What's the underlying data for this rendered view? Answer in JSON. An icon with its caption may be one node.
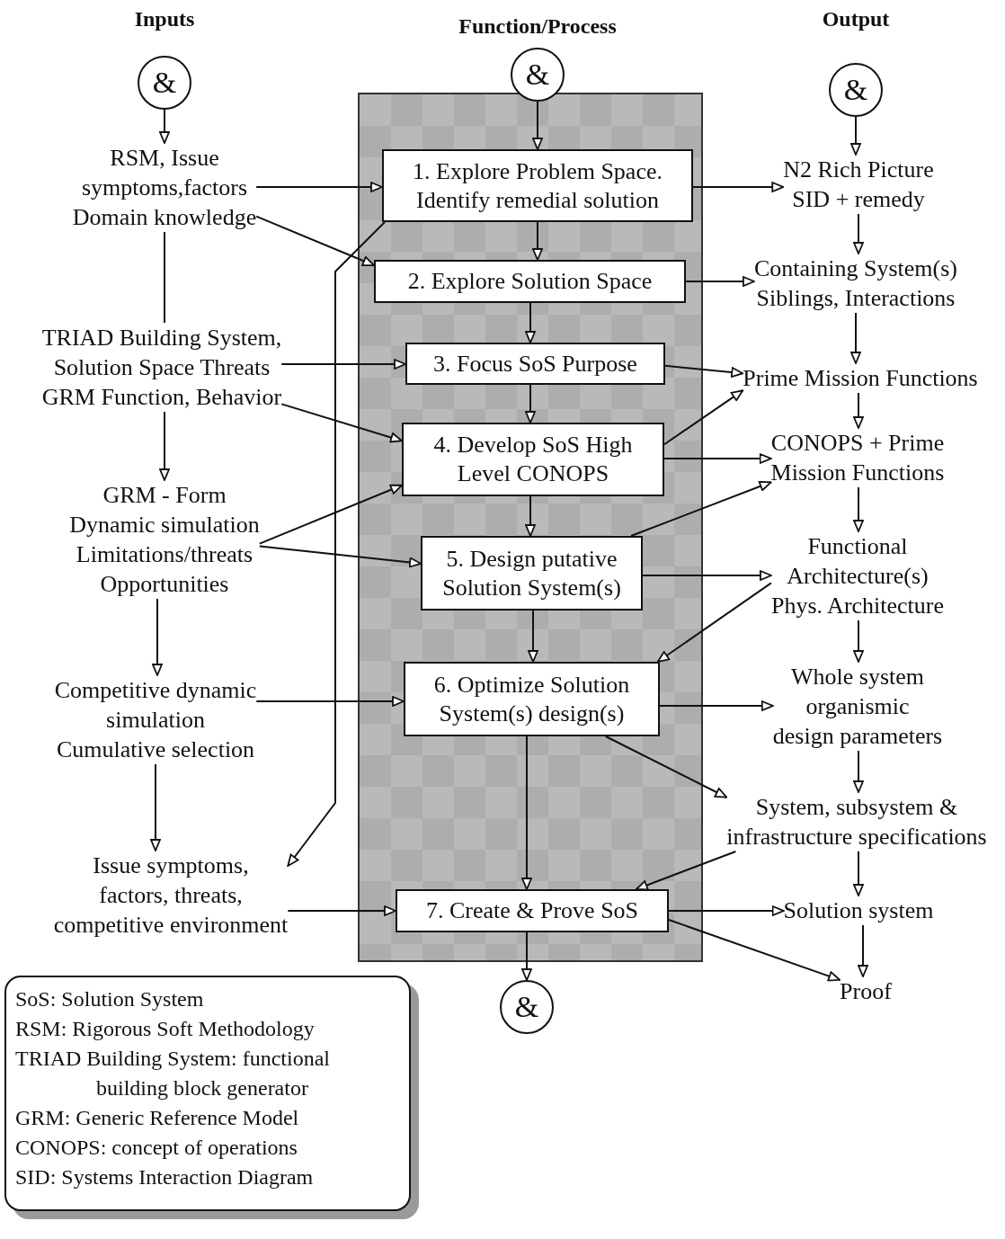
{
  "diagram": {
    "nodes": [
      {
        "text": [
          "&"
        ],
        "beside": [
          "Inputs"
        ]
      },
      {
        "text": [
          "&"
        ],
        "beside": [
          "Function/Process"
        ]
      },
      {
        "text": [
          "&"
        ],
        "beside": [
          "Output"
        ]
      },
      {
        "text": [],
        "shape": "box"
      },
      {
        "text": [
          "1. Explore Problem Space. Identify remedial solution"
        ],
        "in": 3
      },
      {
        "text": [
          "2. Explore Solution Space"
        ],
        "in": 3
      },
      {
        "text": [
          "3. Focus SoS Purpose"
        ],
        "in": 3
      },
      {
        "text": [
          "4. Develop SoS High Level CONOPS"
        ],
        "in": 3
      },
      {
        "text": [
          "5. Design putative Solution System(s)"
        ],
        "in": 3
      },
      {
        "text": [
          "6. Optimize Solution System(s) design(s)"
        ],
        "in": 3
      },
      {
        "text": [
          "7. Create & Prove SoS"
        ],
        "in": 3
      },
      {
        "text": [
          "&"
        ]
      },
      {
        "text": [
          "RSM, Issue symptoms,factors Domain knowledge"
        ]
      },
      {
        "text": [
          "TRIAD Building System, Solution Space Threats GRM Function, Behavior"
        ]
      },
      {
        "text": [
          "GRM - Form Dynamic simulation Limitations/threats Opportunities"
        ]
      },
      {
        "text": [
          "Competitive dynamic simulation Cumulative selection"
        ]
      },
      {
        "text": [
          "Issue symptoms, factors, threats, competitive environment"
        ]
      },
      {
        "text": [
          "N2 Rich Picture SID + remedy"
        ]
      },
      {
        "text": [
          "Containing System(s) Siblings, Interactions"
        ]
      },
      {
        "text": [
          "Prime Mission Functions"
        ]
      },
      {
        "text": [
          "CONOPS + Prime Mission Functions"
        ]
      },
      {
        "text": [
          "Functional Architecture(s) Phys. Architecture"
        ]
      },
      {
        "text": [
          "Whole system organismic design parameters"
        ]
      },
      {
        "text": [
          "System, subsystem & infrastructure specifications"
        ]
      },
      {
        "text": [
          "Solution system"
        ]
      },
      {
        "text": [
          "Proof"
        ]
      },
      {
        "text": [
          "SoS: Solution System",
          "RSM: Rigorous Soft Methodology",
          "TRIAD Building System: functional building block generator",
          "GRM: Generic Reference Model",
          "CONOPS: concept of operations",
          "SID: Systems Interaction Diagram"
        ]
      }
    ],
    "edges": [
      {
        "from": 0,
        "to": 12,
        "arrow": "to"
      },
      {
        "from": 1,
        "to": 4,
        "arrow": "to"
      },
      {
        "from": 2,
        "to": 17,
        "arrow": "to"
      },
      {
        "from": 12,
        "to": 4,
        "arrow": "to"
      },
      {
        "from": 12,
        "to": 5,
        "arrow": "to"
      },
      {
        "from": 4,
        "to": 5,
        "arrow": "to"
      },
      {
        "from": 4,
        "to": 16,
        "arrow": "to"
      },
      {
        "from": 4,
        "to": 17,
        "arrow": "to"
      },
      {
        "from": 5,
        "to": 18,
        "arrow": "to"
      },
      {
        "from": 17,
        "to": 18,
        "arrow": "to"
      },
      {
        "from": 12,
        "to": 13,
        "arrow": "none"
      },
      {
        "from": 13,
        "to": 6,
        "arrow": "to"
      },
      {
        "from": 13,
        "to": 7,
        "arrow": "to"
      },
      {
        "from": 5,
        "to": 6,
        "arrow": "to"
      },
      {
        "from": 6,
        "to": 19,
        "arrow": "to"
      },
      {
        "from": 18,
        "to": 19,
        "arrow": "to"
      },
      {
        "from": 6,
        "to": 7,
        "arrow": "to"
      },
      {
        "from": 7,
        "to": 19,
        "arrow": "to"
      },
      {
        "from": 7,
        "to": 20,
        "arrow": "to"
      },
      {
        "from": 19,
        "to": 20,
        "arrow": "to"
      },
      {
        "from": 14,
        "to": 7,
        "arrow": "to"
      },
      {
        "from": 14,
        "to": 8,
        "arrow": "to"
      },
      {
        "from": 7,
        "to": 8,
        "arrow": "to"
      },
      {
        "from": 8,
        "to": 20,
        "arrow": "to"
      },
      {
        "from": 8,
        "to": 21,
        "arrow": "to"
      },
      {
        "from": 20,
        "to": 21,
        "arrow": "to"
      },
      {
        "from": 13,
        "to": 14,
        "arrow": "to"
      },
      {
        "from": 14,
        "to": 15,
        "arrow": "to"
      },
      {
        "from": 8,
        "to": 9,
        "arrow": "to"
      },
      {
        "from": 21,
        "to": 9,
        "arrow": "to"
      },
      {
        "from": 9,
        "to": 22,
        "arrow": "to"
      },
      {
        "from": 21,
        "to": 22,
        "arrow": "to"
      },
      {
        "from": 15,
        "to": 9,
        "arrow": "to"
      },
      {
        "from": 9,
        "to": 23,
        "arrow": "to"
      },
      {
        "from": 22,
        "to": 23,
        "arrow": "to"
      },
      {
        "from": 9,
        "to": 10,
        "arrow": "to"
      },
      {
        "from": 15,
        "to": 16,
        "arrow": "to"
      },
      {
        "from": 16,
        "to": 10,
        "arrow": "to"
      },
      {
        "from": 23,
        "to": 10,
        "arrow": "to"
      },
      {
        "from": 10,
        "to": 24,
        "arrow": "to"
      },
      {
        "from": 23,
        "to": 24,
        "arrow": "to"
      },
      {
        "from": 10,
        "to": 25,
        "arrow": "to"
      },
      {
        "from": 24,
        "to": 25,
        "arrow": "to"
      },
      {
        "from": 10,
        "to": 11,
        "arrow": "to"
      }
    ]
  }
}
